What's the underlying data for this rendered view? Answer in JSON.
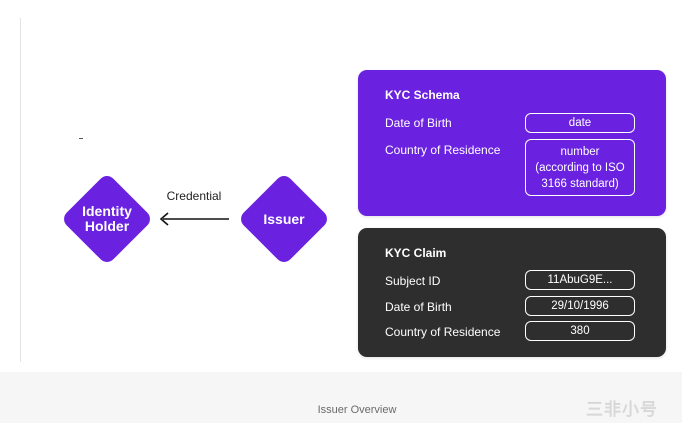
{
  "diagram": {
    "identity_holder": "Identity Holder",
    "issuer": "Issuer",
    "arrow_label": "Credential"
  },
  "schema_card": {
    "title": "KYC Schema",
    "rows": [
      {
        "label": "Date of Birth",
        "value": "date"
      },
      {
        "label": "Country of Residence",
        "value_lines": [
          "number",
          "(according to ISO",
          "3166 standard)"
        ]
      }
    ]
  },
  "claim_card": {
    "title": "KYC Claim",
    "rows": [
      {
        "label": "Subject ID",
        "value": "11AbuG9E..."
      },
      {
        "label": "Date of Birth",
        "value": "29/10/1996"
      },
      {
        "label": "Country of Residence",
        "value": "380"
      }
    ]
  },
  "caption": "Issuer Overview",
  "watermark": "三非小号",
  "colors": {
    "purple": "#6a22e0",
    "dark": "#2e2e2e"
  }
}
